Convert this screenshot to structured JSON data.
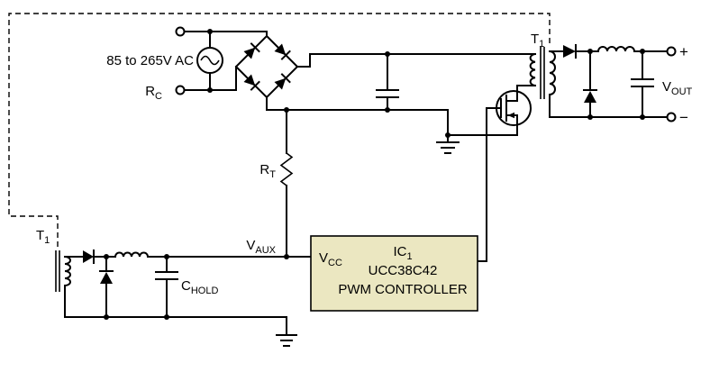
{
  "title": "Offline PWM power-supply schematic",
  "colors": {
    "background": "#ffffff",
    "wire": "#000000",
    "ic_fill": "#ebe7c1",
    "ic_border": "#000000"
  },
  "labels": {
    "ac_input": "85 to 265V AC",
    "rc_base": "R",
    "rc_sub": "C",
    "rt_base": "R",
    "rt_sub": "T",
    "t1_top_base": "T",
    "t1_top_sub": "1",
    "t1_aux_base": "T",
    "t1_aux_sub": "1",
    "vaux_base": "V",
    "vaux_sub": "AUX",
    "chold_base": "C",
    "chold_sub": "HOLD",
    "vout_base": "V",
    "vout_sub": "OUT",
    "out_plus": "+",
    "out_minus": "−"
  },
  "ic": {
    "vcc_base": "V",
    "vcc_sub": "CC",
    "name_base": "IC",
    "name_sub": "1",
    "part_number": "UCC38C42",
    "function": "PWM CONTROLLER"
  }
}
